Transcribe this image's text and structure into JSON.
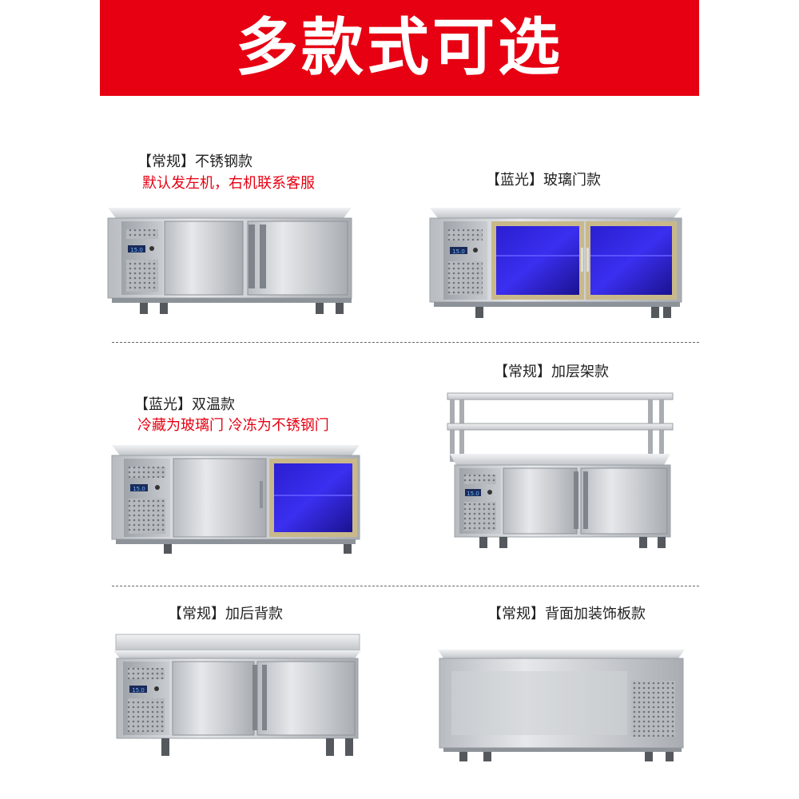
{
  "banner": {
    "title": "多款式可选"
  },
  "products": [
    {
      "tag": "【常规】",
      "name": "不锈钢款",
      "note": "默认发左机，右机联系客服",
      "display": "15.0"
    },
    {
      "tag": "【蓝光】",
      "name": "玻璃门款",
      "display": "15.0"
    },
    {
      "tag": "【蓝光】",
      "name": "双温款",
      "note": "冷藏为玻璃门 冷冻为不锈钢门",
      "display": "15.0"
    },
    {
      "tag": "【常规】",
      "name": "加层架款",
      "display": "15.0"
    },
    {
      "tag": "【常规】",
      "name": "加后背款",
      "display": "15.0"
    },
    {
      "tag": "【常规】",
      "name": "背面加装饰板款"
    }
  ],
  "colors": {
    "banner_red": "#e60012",
    "note_red": "#e60012",
    "glass_blue": "#2a1fd0",
    "steel": "#c9ccd0"
  }
}
